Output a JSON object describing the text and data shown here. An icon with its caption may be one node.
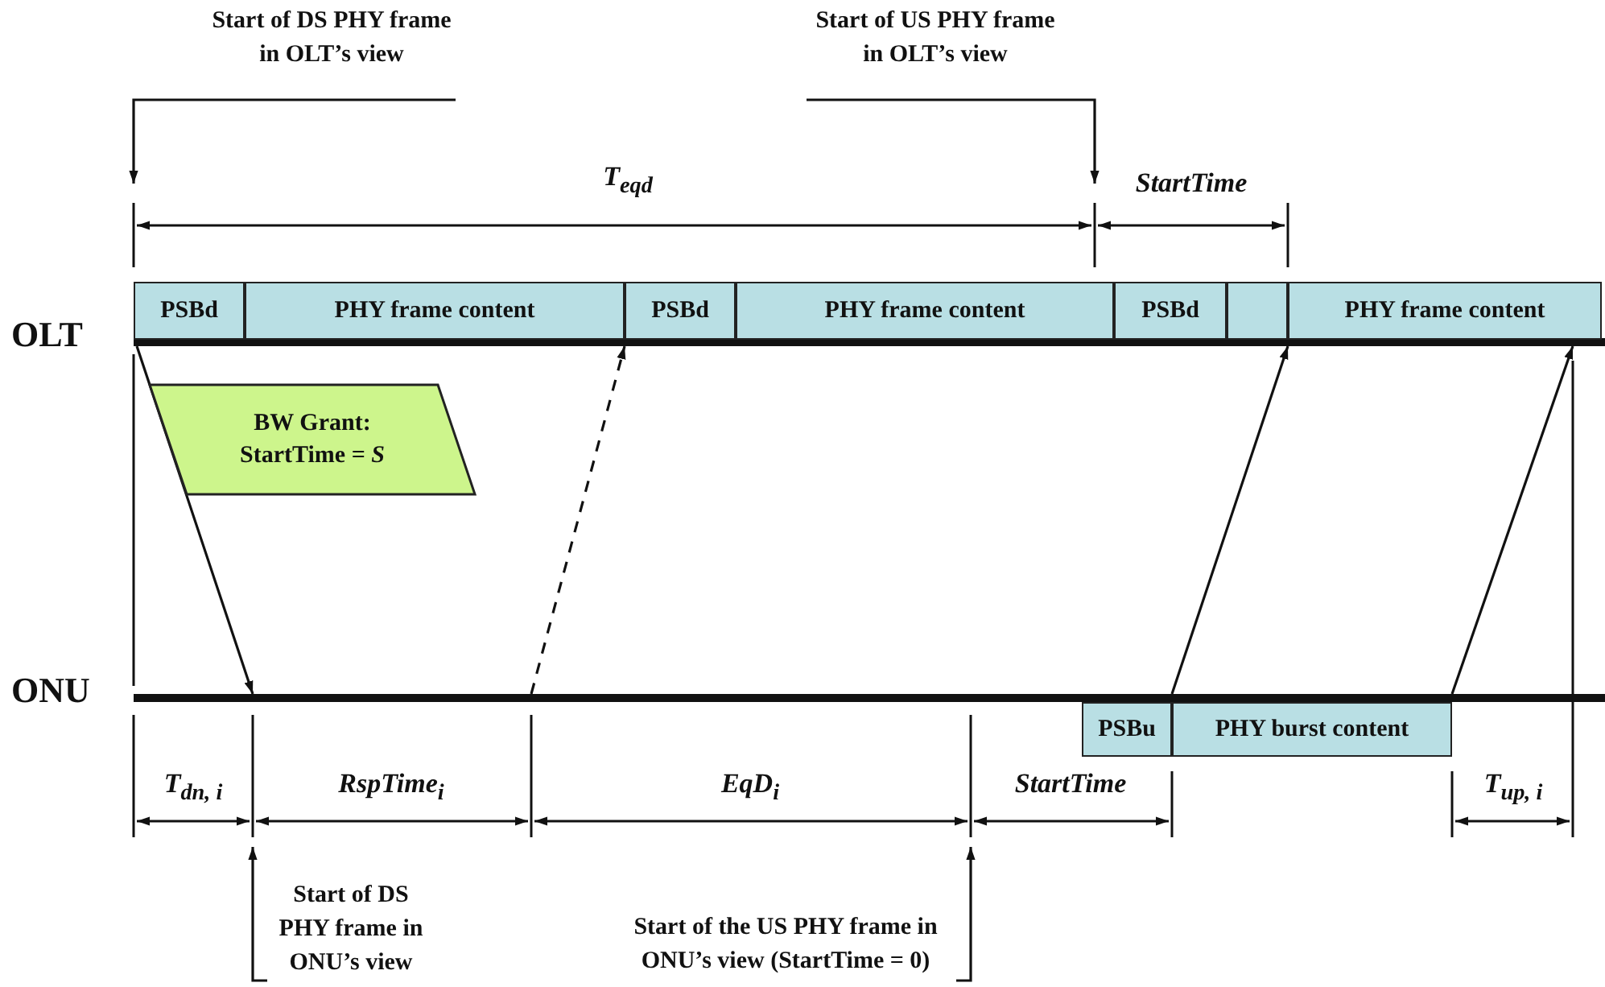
{
  "diagram": {
    "nodes": [
      {
        "text": [
          "Start of DS PHY frame in OLT’s view"
        ]
      },
      {
        "text": [
          "Start of US PHY frame in OLT’s view"
        ]
      },
      {
        "text": [
          "OLT"
        ]
      },
      {
        "text": [
          "PSBd"
        ]
      },
      {
        "text": [
          "PHY frame content"
        ]
      },
      {
        "text": [
          "PSBd"
        ]
      },
      {
        "text": [
          "PHY frame content"
        ]
      },
      {
        "text": [
          "PSBd"
        ]
      },
      {
        "text": [],
        "shape": "box"
      },
      {
        "text": [
          "PHY frame content"
        ]
      },
      {
        "text": [
          "BW Grant: StartTime = *S*"
        ]
      },
      {
        "text": [
          "ONU"
        ]
      },
      {
        "text": [
          "PSBu"
        ]
      },
      {
        "text": [
          "PHY burst content"
        ]
      },
      {
        "text": [
          "Start of DS PHY frame in ONU’s view"
        ]
      },
      {
        "text": [
          "Start of the US PHY frame in ONU’s view (StartTime = 0)"
        ]
      }
    ],
    "edges": [
      {
        "from": 0,
        "to": null,
        "arrow": "to"
      },
      {
        "from": 1,
        "to": null,
        "arrow": "to"
      },
      {
        "from": 2,
        "to": 11,
        "arrow": "to"
      },
      {
        "from": 11,
        "to": 2,
        "arrow": "to",
        "style": "dashed"
      },
      {
        "from": 11,
        "to": 2,
        "arrow": "to"
      },
      {
        "from": 11,
        "to": 2,
        "arrow": "to"
      },
      {
        "from": 14,
        "to": null,
        "arrow": "to"
      },
      {
        "from": 15,
        "to": null,
        "arrow": "to"
      }
    ],
    "labels": [
      "T$_{eqd}$",
      "StartTime",
      "T$_{dn, i}$",
      "RspTime$_{i}$",
      "EqD$_{i}$",
      "StartTime",
      "T$_{up, i}$"
    ]
  }
}
